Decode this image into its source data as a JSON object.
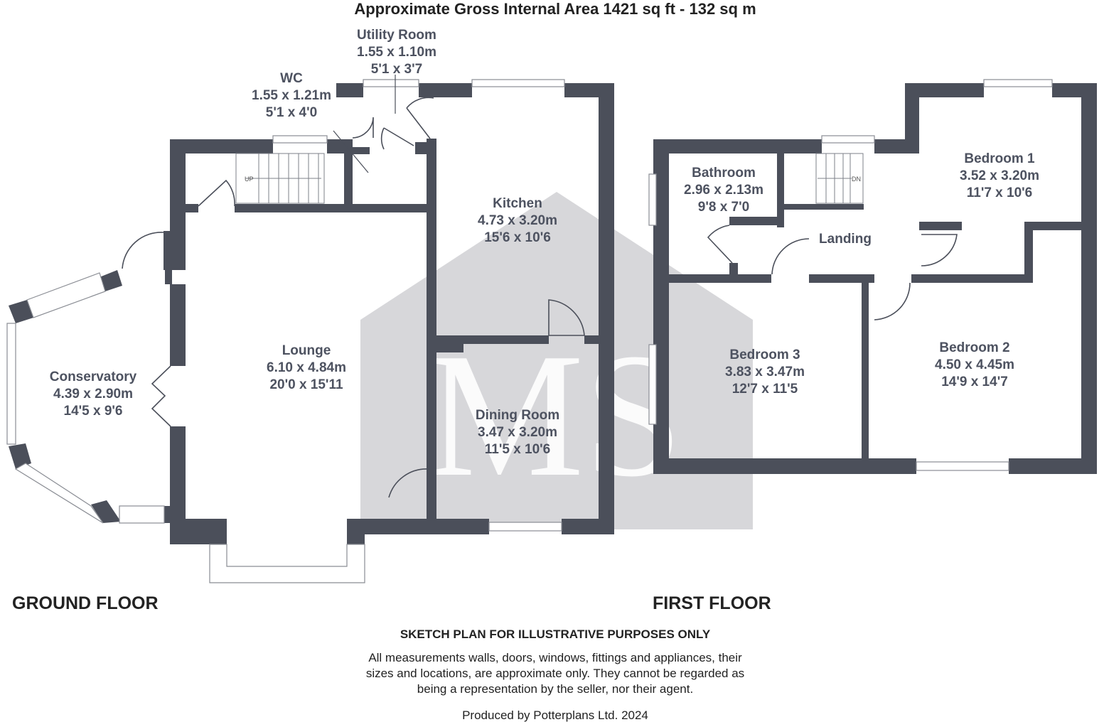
{
  "title": "Approximate Gross Internal Area 1421 sq ft - 132 sq m",
  "ground_floor": {
    "label": "GROUND FLOOR",
    "stairs_label": "UP",
    "rooms": [
      {
        "name": "Utility Room",
        "metric": "1.55 x 1.10m",
        "imperial": "5'1 x 3'7"
      },
      {
        "name": "WC",
        "metric": "1.55 x 1.21m",
        "imperial": "5'1 x 4'0"
      },
      {
        "name": "Kitchen",
        "metric": "4.73 x 3.20m",
        "imperial": "15'6 x 10'6"
      },
      {
        "name": "Lounge",
        "metric": "6.10 x 4.84m",
        "imperial": "20'0 x 15'11"
      },
      {
        "name": "Conservatory",
        "metric": "4.39 x 2.90m",
        "imperial": "14'5 x 9'6"
      },
      {
        "name": "Dining Room",
        "metric": "3.47 x 3.20m",
        "imperial": "11'5 x 10'6"
      }
    ]
  },
  "first_floor": {
    "label": "FIRST FLOOR",
    "stairs_label": "DN",
    "rooms": [
      {
        "name": "Bathroom",
        "metric": "2.96 x 2.13m",
        "imperial": "9'8 x 7'0"
      },
      {
        "name": "Bedroom 1",
        "metric": "3.52 x 3.20m",
        "imperial": "11'7 x 10'6"
      },
      {
        "name": "Landing"
      },
      {
        "name": "Bedroom 3",
        "metric": "3.83 x 3.47m",
        "imperial": "12'7 x 11'5"
      },
      {
        "name": "Bedroom 2",
        "metric": "4.50 x 4.45m",
        "imperial": "14'9 x 14'7"
      }
    ]
  },
  "watermark": {
    "text": "MS",
    "color": "#c9cacd"
  },
  "disclaimer": {
    "heading": "SKETCH PLAN FOR ILLUSTRATIVE PURPOSES ONLY",
    "lines": [
      "All measurements walls, doors, windows, fittings and appliances, their",
      "sizes and locations, are approximate only. They cannot be regarded as",
      "being a representation by the seller, nor their agent."
    ],
    "producer": "Produced by Potterplans Ltd. 2024"
  },
  "colors": {
    "wall": "#4b4f5a",
    "label": "#4d5260",
    "watermark": "#c9cacd"
  }
}
